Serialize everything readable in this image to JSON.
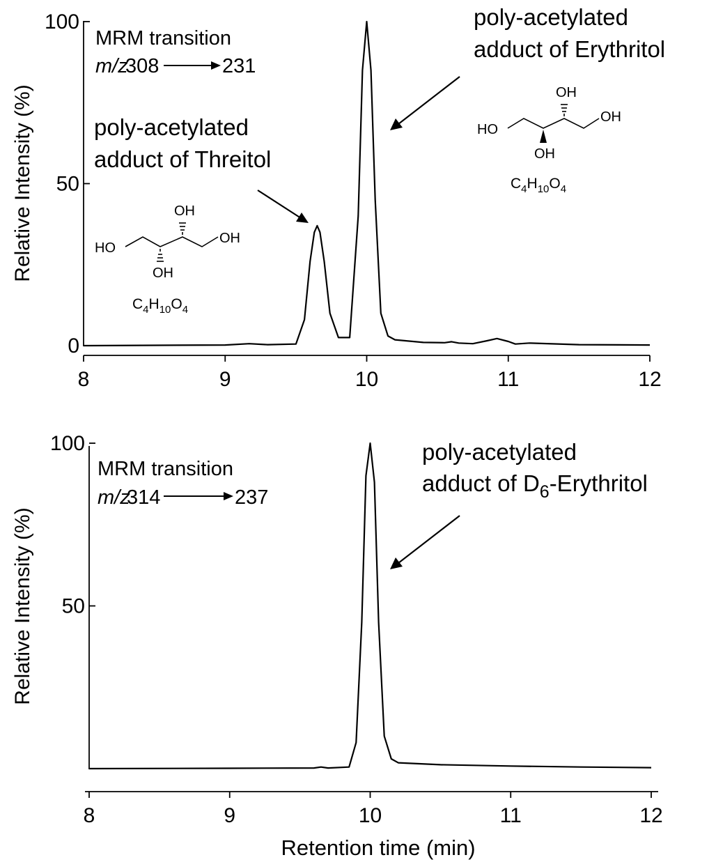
{
  "chart_data": [
    {
      "type": "line",
      "panel": "top",
      "xlim": [
        8,
        12
      ],
      "ylim": [
        0,
        100
      ],
      "x_ticks": [
        "8",
        "9",
        "10",
        "11",
        "12"
      ],
      "y_ticks": [
        "0",
        "50",
        "100"
      ],
      "ylabel": "Relative Intensity (%)",
      "xlabel": "",
      "grid": false,
      "series": [
        {
          "x": [
            8.0,
            9.0,
            9.17,
            9.3,
            9.5,
            9.56,
            9.6,
            9.63,
            9.65,
            9.67,
            9.7,
            9.74,
            9.8,
            9.88,
            9.94,
            9.97,
            10.0,
            10.03,
            10.06,
            10.1,
            10.15,
            10.2,
            10.4,
            10.55,
            10.6,
            10.65,
            10.75,
            10.85,
            10.92,
            11.0,
            11.05,
            11.15,
            11.5,
            12.0
          ],
          "y": [
            0.0,
            0.2,
            0.6,
            0.3,
            0.5,
            8.0,
            26.0,
            35.0,
            37.0,
            35.0,
            26.0,
            10.0,
            2.5,
            2.5,
            40.0,
            85.0,
            100.0,
            85.0,
            45.0,
            10.0,
            3.0,
            1.8,
            1.0,
            0.9,
            1.2,
            0.8,
            0.6,
            1.5,
            2.2,
            1.3,
            0.5,
            0.8,
            0.3,
            0.2
          ]
        }
      ],
      "transition": {
        "prefix": "MRM transition",
        "mz": "m/z",
        "from": "308",
        "to": "231"
      },
      "annotations": [
        {
          "line1": "poly-acetylated",
          "line2": "adduct of Threitol"
        },
        {
          "line1": "poly-acetylated",
          "line2": "adduct of Erythritol"
        }
      ],
      "structures": [
        {
          "left_oh": "HO",
          "right_oh": "OH",
          "top_oh": "OH",
          "bottom_oh": "OH",
          "formula": [
            "C",
            "4",
            "H",
            "10",
            "O",
            "4"
          ]
        },
        {
          "left_oh": "HO",
          "right_oh": "OH",
          "top_oh": "OH",
          "bottom_oh": "OH",
          "formula": [
            "C",
            "4",
            "H",
            "10",
            "O",
            "4"
          ]
        }
      ]
    },
    {
      "type": "line",
      "panel": "bottom",
      "xlim": [
        8,
        12
      ],
      "ylim": [
        0,
        100
      ],
      "x_ticks": [
        "8",
        "9",
        "10",
        "11",
        "12"
      ],
      "y_ticks": [
        "50",
        "100"
      ],
      "ylabel": "Relative Intensity (%)",
      "xlabel": "Retention time (min)",
      "grid": false,
      "series": [
        {
          "x": [
            8.0,
            9.0,
            9.6,
            9.65,
            9.7,
            9.85,
            9.9,
            9.94,
            9.97,
            10.0,
            10.03,
            10.06,
            10.1,
            10.15,
            10.2,
            10.5,
            11.0,
            11.5,
            12.0
          ],
          "y": [
            0.0,
            0.1,
            0.2,
            0.5,
            0.2,
            0.5,
            8.0,
            45.0,
            90.0,
            100.0,
            88.0,
            45.0,
            10.0,
            3.0,
            1.8,
            1.2,
            0.8,
            0.5,
            0.3
          ]
        }
      ],
      "transition": {
        "prefix": "MRM transition",
        "mz": "m/z",
        "from": "314",
        "to": "237"
      },
      "annotations": [
        {
          "line1": "poly-acetylated",
          "line2_pre": "adduct of D",
          "line2_sub": "6",
          "line2_post": "-Erythritol"
        }
      ]
    }
  ]
}
